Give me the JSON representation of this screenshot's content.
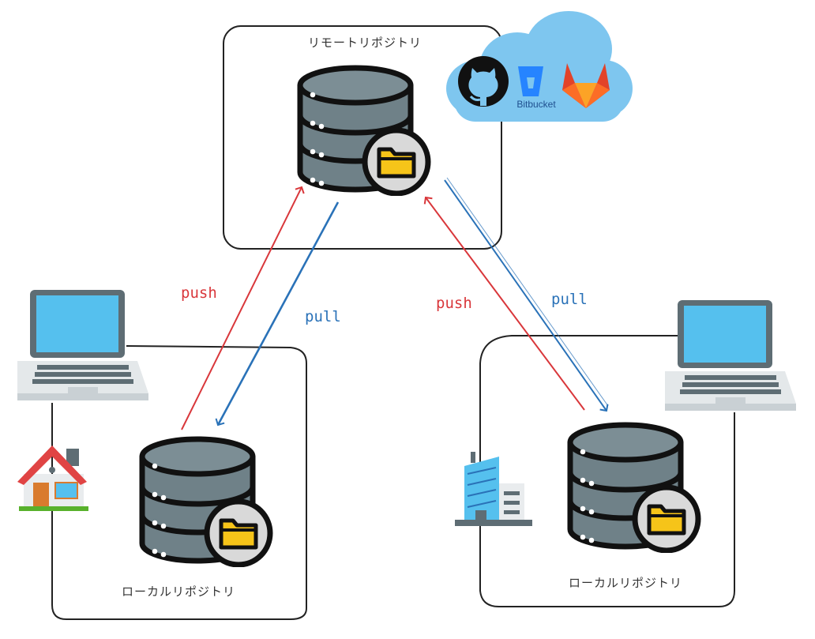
{
  "remote": {
    "label": "リモートリポジトリ"
  },
  "local_left": {
    "label": "ローカルリポジトリ"
  },
  "local_right": {
    "label": "ローカルリポジトリ"
  },
  "arrows": {
    "push_left": "push",
    "pull_left": "pull",
    "push_right": "push",
    "pull_right": "pull"
  },
  "hosting": {
    "bitbucket_text": "Bitbucket"
  },
  "icons": {
    "services": [
      "github-icon",
      "bitbucket-icon",
      "gitlab-icon"
    ],
    "locations": [
      "house-icon",
      "office-building-icon"
    ],
    "devices": [
      "laptop-icon",
      "laptop-icon"
    ]
  },
  "colors": {
    "push": "#d9373b",
    "pull": "#2a72b8",
    "cloud": "#7ec6ef",
    "db_body": "#6f8188",
    "folder": "#f6c419"
  }
}
